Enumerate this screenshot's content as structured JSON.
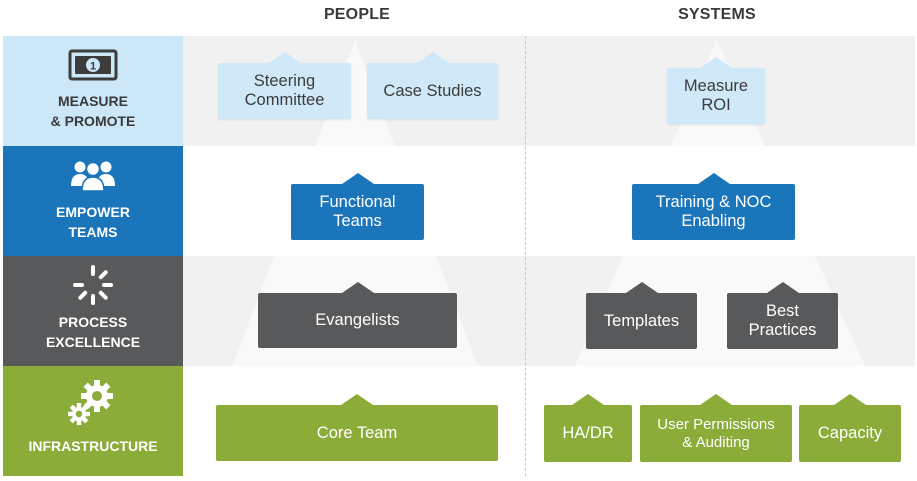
{
  "columns": {
    "people": "PEOPLE",
    "systems": "SYSTEMS"
  },
  "rows": [
    {
      "label": "MEASURE\n& PROMOTE",
      "icon": "dollar-bill-icon",
      "color": "#cce7f8",
      "text_color": "#3a3a3a"
    },
    {
      "label": "EMPOWER\nTEAMS",
      "icon": "people-group-icon",
      "color": "#1b75bb",
      "text_color": "#ffffff"
    },
    {
      "label": "PROCESS\nEXCELLENCE",
      "icon": "loading-spinner-icon",
      "color": "#58595b",
      "text_color": "#ffffff"
    },
    {
      "label": "INFRASTRUCTURE",
      "icon": "gears-icon",
      "color": "#8cac3a",
      "text_color": "#ffffff"
    }
  ],
  "people": {
    "measure": [
      "Steering\nCommittee",
      "Case Studies"
    ],
    "empower": [
      "Functional\nTeams"
    ],
    "process": [
      "Evangelists"
    ],
    "infrastructure": [
      "Core Team"
    ]
  },
  "systems": {
    "measure": [
      "Measure\nROI"
    ],
    "empower": [
      "Training & NOC\nEnabling"
    ],
    "process": [
      "Templates",
      "Best\nPractices"
    ],
    "infrastructure": [
      "HA/DR",
      "User Permissions\n& Auditing",
      "Capacity"
    ]
  }
}
